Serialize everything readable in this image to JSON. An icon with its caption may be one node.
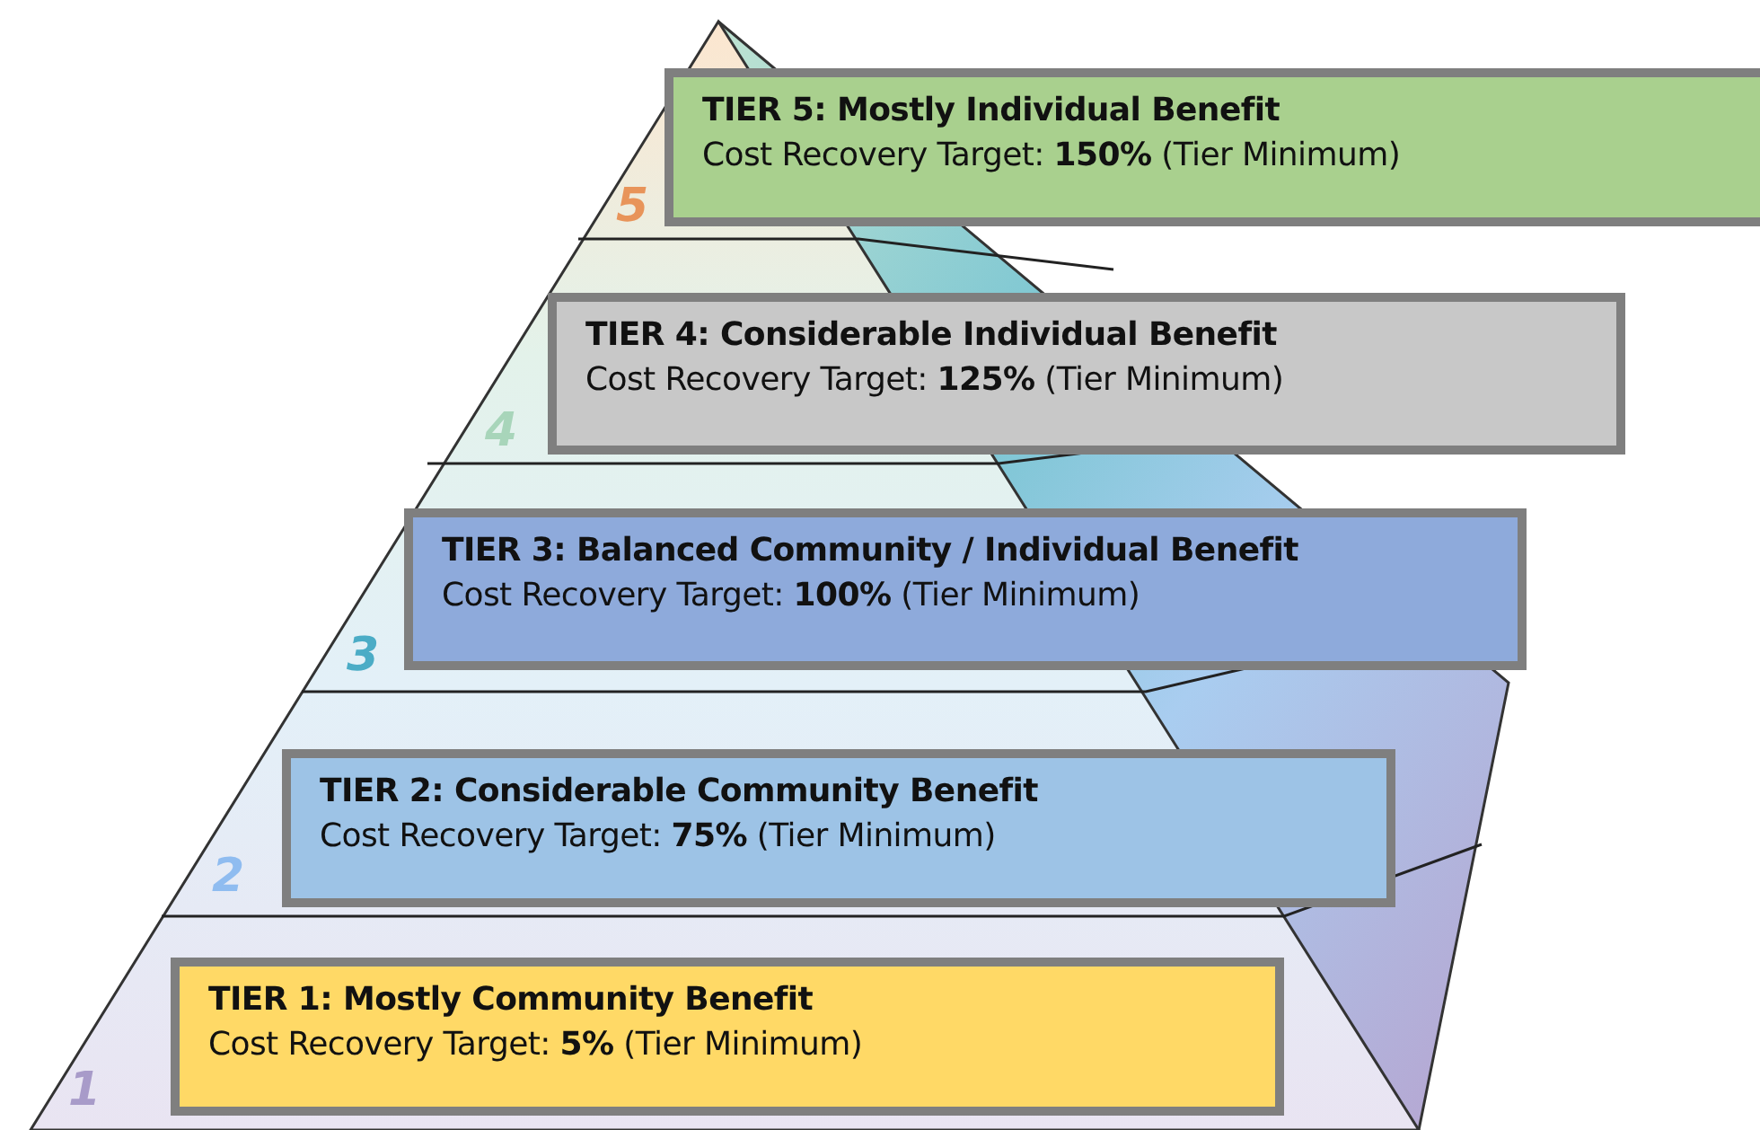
{
  "diagram": {
    "nodes": [
      {
        "text": [
          "TIER 5: Mostly Individual Benefit",
          "Cost Recovery Target: **150%** (Tier Minimum)"
        ],
        "beside": [
          "5"
        ]
      },
      {
        "text": [
          "TIER 4: Considerable Individual Benefit",
          "Cost Recovery Target: **125%** (Tier Minimum)"
        ],
        "beside": [
          "4"
        ]
      },
      {
        "text": [
          "TIER 3: Balanced Community / Individual Benefit",
          "Cost Recovery Target: **100%** (Tier Minimum)"
        ],
        "beside": [
          "3"
        ]
      },
      {
        "text": [
          "TIER 2: Considerable Community Benefit",
          "Cost Recovery Target: **75%** (Tier Minimum)"
        ],
        "beside": [
          "2"
        ]
      },
      {
        "text": [
          "TIER 1: Mostly Community Benefit",
          "Cost Recovery Target: **5%** (Tier Minimum)"
        ],
        "beside": [
          "1"
        ]
      }
    ]
  }
}
